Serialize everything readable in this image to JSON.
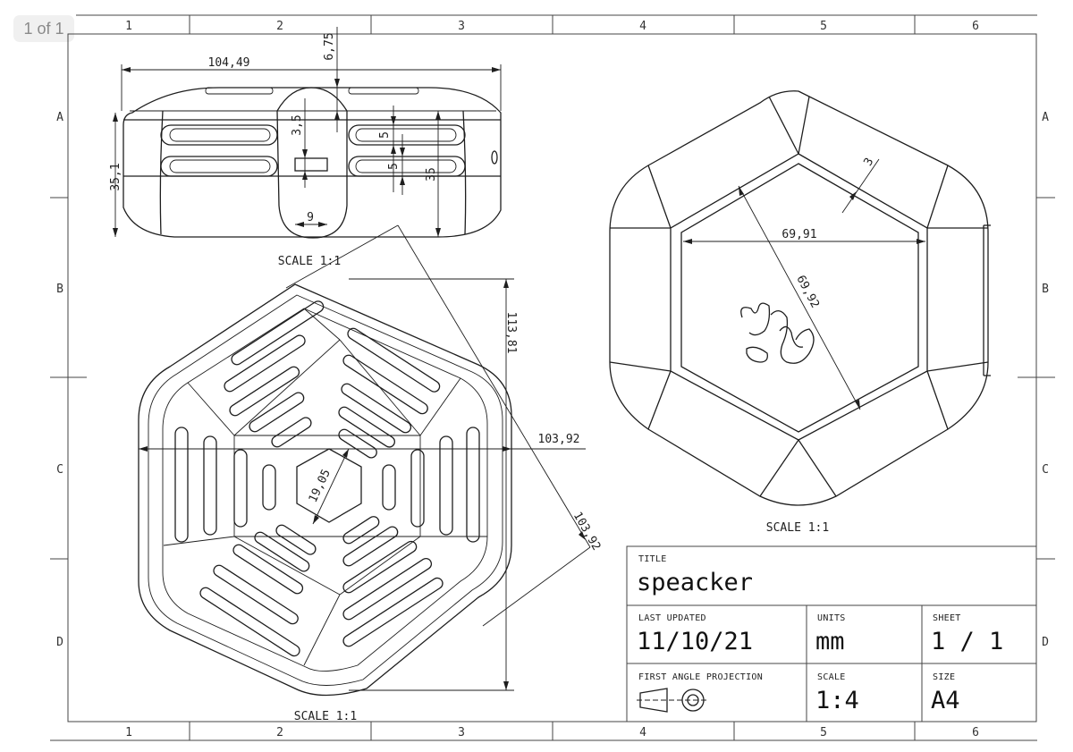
{
  "pager": {
    "label": "1 of 1"
  },
  "grid": {
    "cols": [
      "1",
      "2",
      "3",
      "4",
      "5",
      "6"
    ],
    "rows": [
      "A",
      "B",
      "C",
      "D"
    ]
  },
  "views": {
    "top_scale": "SCALE 1:1",
    "bottom_scale": "SCALE 1:1",
    "right_scale": "SCALE 1:1"
  },
  "dimensions": {
    "top_width": "104,49",
    "top_overhang": "6,75",
    "top_height": "35,1",
    "slot_35": "3,5",
    "slot_5a": "5",
    "slot_5b": "5",
    "inner_35": "35",
    "slot_9": "9",
    "bottom_height": "113,81",
    "bottom_width": "103,92",
    "bottom_diag": "103,92",
    "center_hex": "19,05",
    "right_width": "69,91",
    "right_diag": "69,92",
    "right_wall": "3"
  },
  "title_block": {
    "title_label": "TITLE",
    "title_value": "speacker",
    "updated_label": "LAST UPDATED",
    "updated_value": "11/10/21",
    "units_label": "UNITS",
    "units_value": "mm",
    "sheet_label": "SHEET",
    "sheet_value": "1 / 1",
    "projection_label": "FIRST ANGLE PROJECTION",
    "scale_label": "SCALE",
    "scale_value": "1:4",
    "size_label": "SIZE",
    "size_value": "A4"
  }
}
